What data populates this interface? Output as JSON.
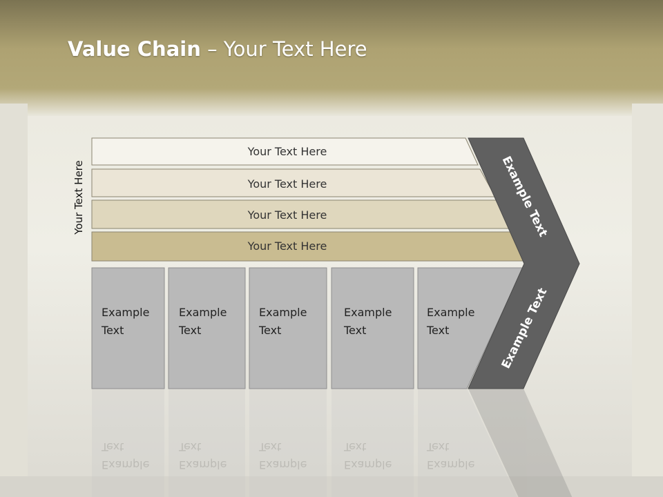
{
  "title": {
    "bold": "Value Chain",
    "rest": " – Your Text Here"
  },
  "side_label": "Your Text Here",
  "rows": [
    {
      "label": "Your Text Here",
      "fill": "#f5f3ec"
    },
    {
      "label": "Your Text Here",
      "fill": "#ebe5d6"
    },
    {
      "label": "Your Text Here",
      "fill": "#dfd7bd"
    },
    {
      "label": "Your Text Here",
      "fill": "#c9bc91"
    }
  ],
  "boxes": [
    {
      "line1": "Example",
      "line2": "Text"
    },
    {
      "line1": "Example",
      "line2": "Text"
    },
    {
      "line1": "Example",
      "line2": "Text"
    },
    {
      "line1": "Example",
      "line2": "Text"
    },
    {
      "line1": "Example",
      "line2": "Text"
    }
  ],
  "chevron": {
    "upper_label": "Example Text",
    "lower_label": "Example Text",
    "fill": "#606060"
  },
  "colors": {
    "header": "#a89c6d",
    "box_fill": "#b9b9b9"
  }
}
